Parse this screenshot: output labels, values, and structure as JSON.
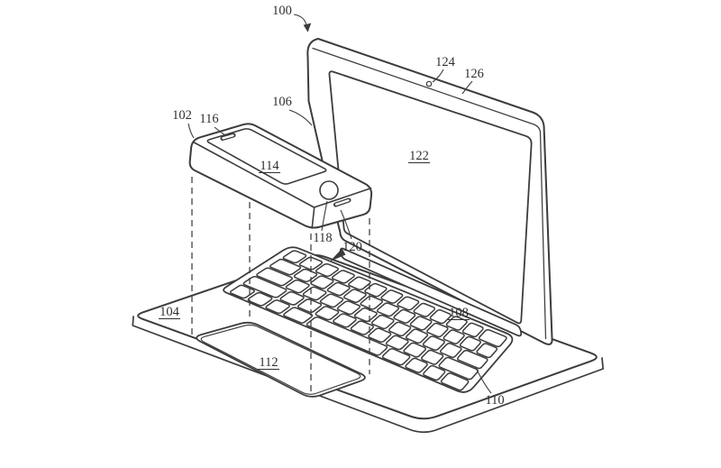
{
  "colors": {
    "ink": "#3c3c3c",
    "paper": "#ffffff"
  },
  "labels": {
    "n100": {
      "text": "100",
      "underlined": false
    },
    "n102": {
      "text": "102",
      "underlined": false
    },
    "n104": {
      "text": "104",
      "underlined": true
    },
    "n106": {
      "text": "106",
      "underlined": false
    },
    "n108": {
      "text": "108",
      "underlined": true
    },
    "n110": {
      "text": "110",
      "underlined": false
    },
    "n112": {
      "text": "112",
      "underlined": true
    },
    "n114": {
      "text": "114",
      "underlined": true
    },
    "n116": {
      "text": "116",
      "underlined": false
    },
    "n118": {
      "text": "118",
      "underlined": false
    },
    "n120": {
      "text": "120",
      "underlined": false
    },
    "n122": {
      "text": "122",
      "underlined": false
    },
    "n124": {
      "text": "124",
      "underlined": false
    },
    "n126": {
      "text": "126",
      "underlined": false
    }
  }
}
